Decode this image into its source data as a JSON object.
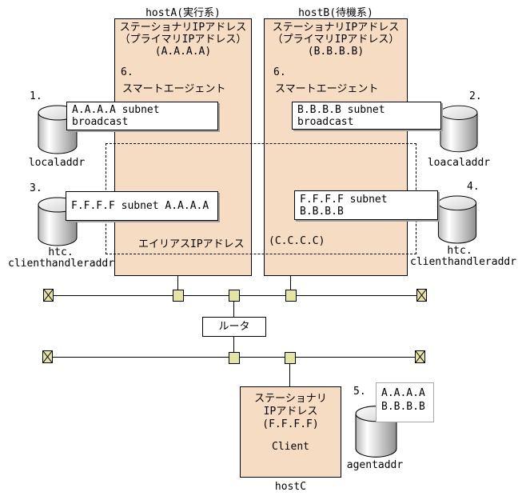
{
  "hostA": {
    "title": "hostA(実行系)",
    "ip_line1": "ステーショナリIPアドレス",
    "ip_line2": "（プライマリIPアドレス）",
    "ip": "(A.A.A.A)",
    "step": "6.",
    "agent": "スマートエージェント",
    "alias_label": "エイリアスIPアドレス"
  },
  "hostB": {
    "title": "hostB(待機系)",
    "ip_line1": "ステーショナリIPアドレス",
    "ip_line2": "（プライマリIPアドレス）",
    "ip": "(B.B.B.B)",
    "step": "6.",
    "agent": "スマートエージェント",
    "alias_ip": "(C.C.C.C)"
  },
  "callouts": {
    "one": {
      "num": "1.",
      "text": "A.A.A.A subnet broadcast",
      "store": "localaddr"
    },
    "two": {
      "num": "2.",
      "text": "B.B.B.B subnet broadcast",
      "store": "loacaladdr"
    },
    "three": {
      "num": "3.",
      "text": "F.F.F.F subnet A.A.A.A",
      "store_line1": "htc.",
      "store_line2": "clienthandleraddr"
    },
    "four": {
      "num": "4.",
      "text": "F.F.F.F subnet B.B.B.B",
      "store_line1": "htc.",
      "store_line2": "clienthandleraddr"
    },
    "five": {
      "num": "5.",
      "ip1": "A.A.A.A",
      "ip2": "B.B.B.B",
      "store": "agentaddr"
    }
  },
  "router": {
    "label": "ルータ"
  },
  "hostC": {
    "ip_line1": "ステーショナリ",
    "ip_line2": "IPアドレス",
    "ip": "(F.F.F.F)",
    "app": "Client",
    "title": "hostC"
  },
  "colors": {
    "host_box_fill": "#f5dcc2",
    "node_fill": "#e5e5a2",
    "callout_shadow": "#9e9e9e",
    "note_border": "#a8a8a8",
    "line": "#000000"
  }
}
